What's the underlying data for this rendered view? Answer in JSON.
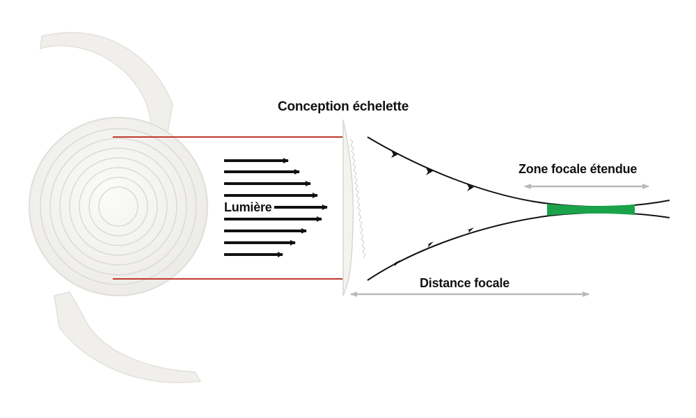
{
  "labels": {
    "design": "Conception échelette",
    "light": "Lumière",
    "extended_focus_zone": "Zone focale étendue",
    "focal_distance": "Distance focale"
  },
  "colors": {
    "background": "#ffffff",
    "lens": "#f3f2ef",
    "lens_rings": "#dcdad5",
    "projection_lines": "#c0392b",
    "arrows": "#111111",
    "rays": "#111111",
    "focus_zone": "#1aa34a",
    "dimension_arrows": "#b9b9b9"
  },
  "icons": {
    "lens": "intraocular-lens-icon",
    "arrow": "arrow-right-icon"
  }
}
